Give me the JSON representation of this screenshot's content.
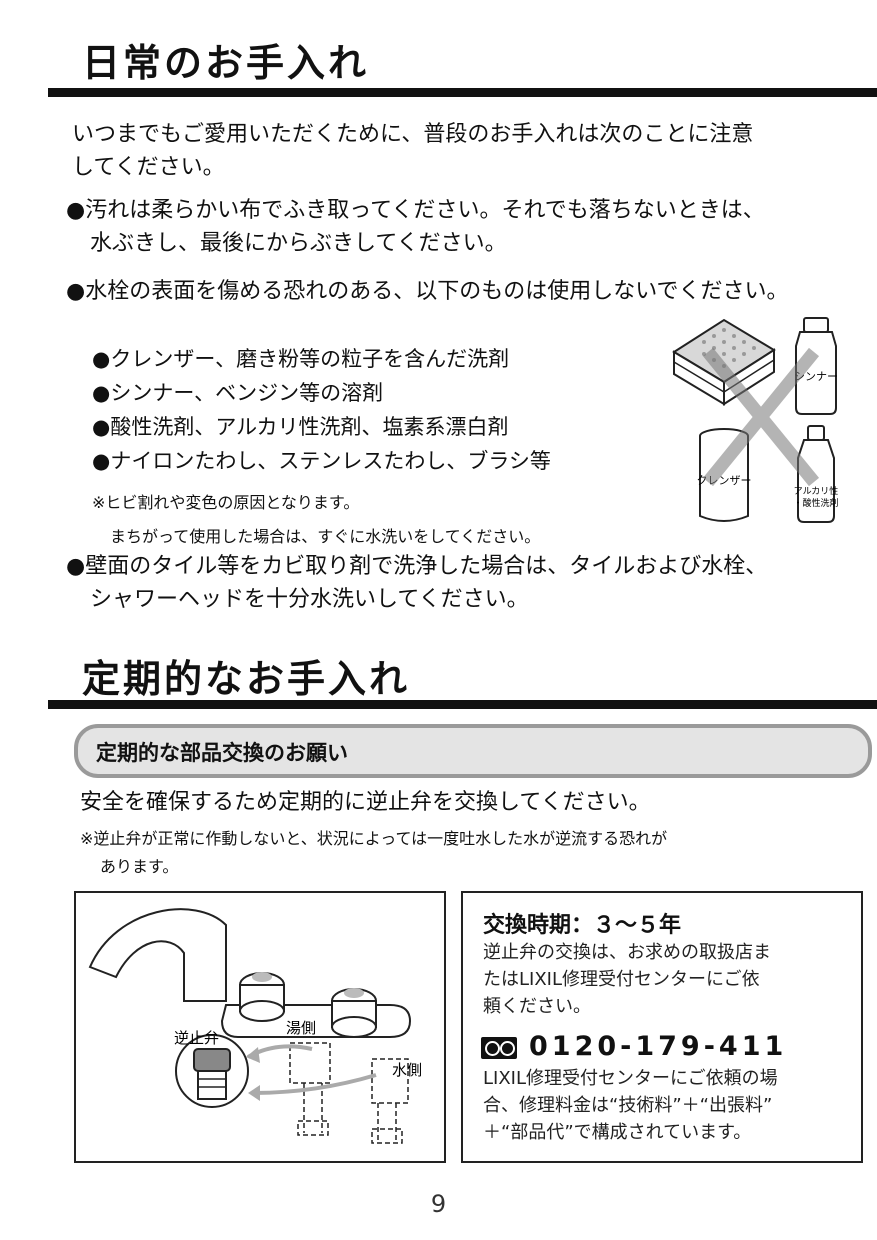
{
  "section1": {
    "title": "日常のお手入れ",
    "intro_line1": "いつまでもご愛用いただくために、普段のお手入れは次のことに注意",
    "intro_line2": "してください。",
    "bullet1_line1": "●汚れは柔らかい布でふき取ってください。それでも落ちないときは、",
    "bullet1_line2": "水ぶきし、最後にからぶきしてください。",
    "bullet2": "●水栓の表面を傷める恐れのある、以下のものは使用しないでください。",
    "sub_items": [
      "●クレンザー、磨き粉等の粒子を含んだ洗剤",
      "●シンナー、ベンジン等の溶剤",
      "●酸性洗剤、アルカリ性洗剤、塩素系漂白剤",
      "●ナイロンたわし、ステンレスたわし、ブラシ等"
    ],
    "note_line1": "※ヒビ割れや変色の原因となります。",
    "note_line2": "まちがって使用した場合は、すぐに水洗いをしてください。",
    "bullet3_line1": "●壁面のタイル等をカビ取り剤で洗浄した場合は、タイルおよび水栓、",
    "bullet3_line2": "シャワーヘッドを十分水洗いしてください。",
    "illustration_labels": {
      "thinner": "シンナー",
      "cleanser": "クレンザー",
      "alkali_line1": "アルカリ性",
      "alkali_line2": "・酸性洗剤"
    }
  },
  "section2": {
    "title": "定期的なお手入れ",
    "pill_title": "定期的な部品交換のお願い",
    "text": "安全を確保するため定期的に逆止弁を交換してください。",
    "note_line1": "※逆止弁が正常に作動しないと、状況によっては一度吐水した水が逆流する恐れが",
    "note_line2": "あります。",
    "diagram_labels": {
      "check_valve": "逆止弁",
      "hot_side": "湯側",
      "water_side": "水側"
    },
    "info": {
      "title": "交換時期：３～５年",
      "text_lines": [
        "逆止弁の交換は、お求めの取扱店ま",
        "たはLIXIL修理受付センターにご依",
        "頼ください。"
      ],
      "phone_icon": "free-dial-icon",
      "phone": "0120-179-411",
      "note_lines": [
        "LIXIL修理受付センターにご依頼の場",
        "合、修理料金は“技術料”＋“出張料”",
        "＋“部品代”で構成されています。"
      ]
    }
  },
  "page_number": "9"
}
